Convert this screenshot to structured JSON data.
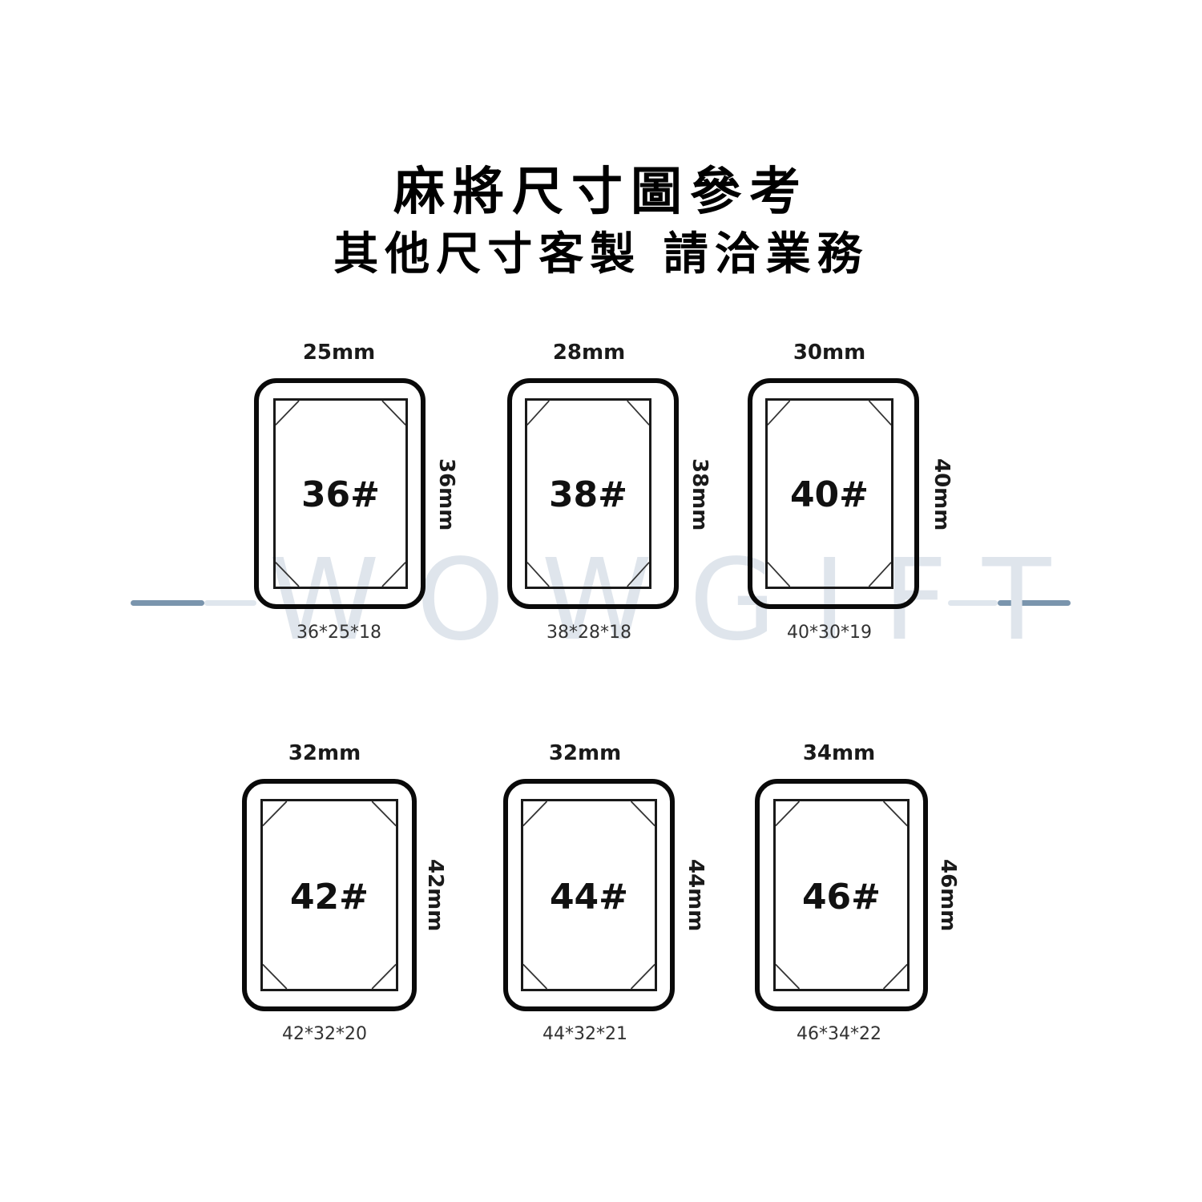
{
  "header": {
    "title": "麻將尺寸圖參考",
    "subtitle": "其他尺寸客製 請洽業務"
  },
  "watermark": {
    "text": "WOWGIFT",
    "color": "#dfe5ec",
    "line_dark": "#7a95ad",
    "line_light": "#dfe6ed"
  },
  "tiles": [
    {
      "size": "36#",
      "width": "25mm",
      "height": "36mm",
      "dims": "36*25*18"
    },
    {
      "size": "38#",
      "width": "28mm",
      "height": "38mm",
      "dims": "38*28*18"
    },
    {
      "size": "40#",
      "width": "30mm",
      "height": "40mm",
      "dims": "40*30*19"
    },
    {
      "size": "42#",
      "width": "32mm",
      "height": "42mm",
      "dims": "42*32*20"
    },
    {
      "size": "44#",
      "width": "32mm",
      "height": "44mm",
      "dims": "44*32*21"
    },
    {
      "size": "46#",
      "width": "34mm",
      "height": "46mm",
      "dims": "46*34*22"
    }
  ]
}
